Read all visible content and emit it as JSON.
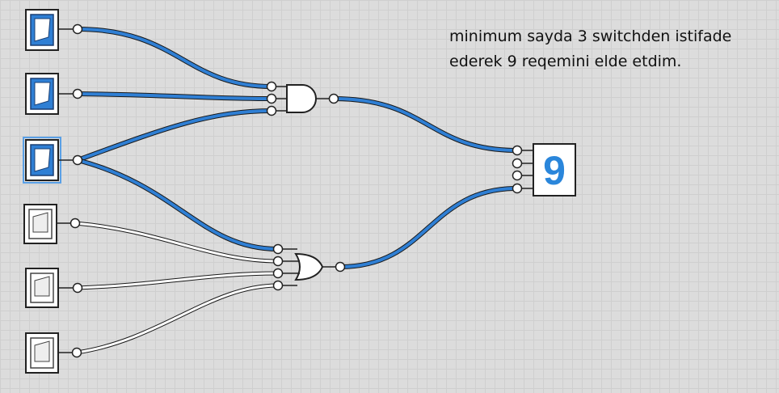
{
  "note": {
    "line1": "minimum sayda 3 switchden istifade",
    "line2": "ederek 9 reqemini elde etdim."
  },
  "display": {
    "value": "9",
    "color": "#2a86db"
  },
  "switches": [
    {
      "id": "sw1",
      "state": "on"
    },
    {
      "id": "sw2",
      "state": "on"
    },
    {
      "id": "sw3",
      "state": "on",
      "selected": true
    },
    {
      "id": "sw4",
      "state": "off"
    },
    {
      "id": "sw5",
      "state": "off"
    },
    {
      "id": "sw6",
      "state": "off"
    }
  ],
  "gates": [
    {
      "id": "and-gate",
      "type": "AND",
      "inputs": 3,
      "output": "on"
    },
    {
      "id": "or-gate",
      "type": "OR",
      "inputs": 4,
      "output": "on"
    }
  ],
  "colors": {
    "wire_on": "#2f7fd4",
    "wire_off": "#ffffff",
    "background": "#dcdcdc"
  }
}
